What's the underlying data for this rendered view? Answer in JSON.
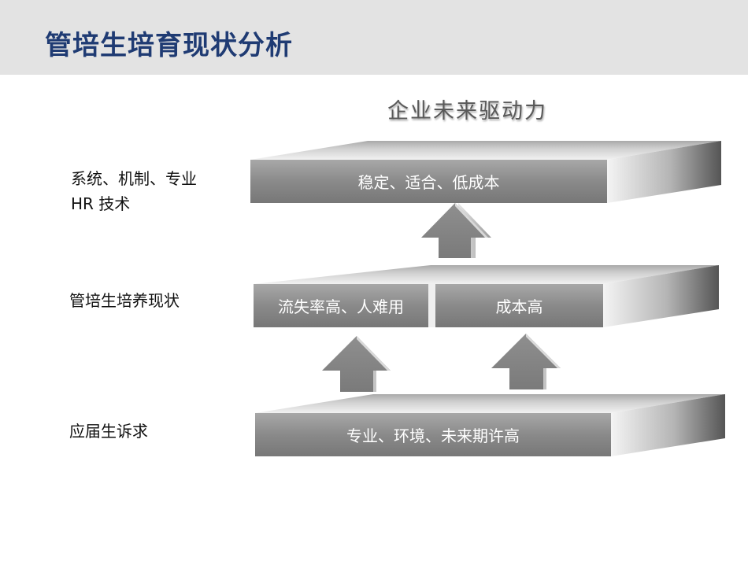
{
  "header": {
    "title": "管培生培育现状分析"
  },
  "diagram": {
    "heading": "企业未来驱动力",
    "left_labels": {
      "top_line1": "系统、机制、专业",
      "top_line2": "HR 技术",
      "middle": "管培生培养现状",
      "bottom": "应届生诉求"
    },
    "levels": {
      "top": "稳定、适合、低成本",
      "middle_left": "流失率高、人难用",
      "middle_right": "成本高",
      "bottom": "专业、环境、未来期许高"
    }
  },
  "colors": {
    "title": "#1f3b73",
    "header_band": "#e3e3e3",
    "slab_front": "#8c8c8c",
    "heading": "#595959"
  }
}
